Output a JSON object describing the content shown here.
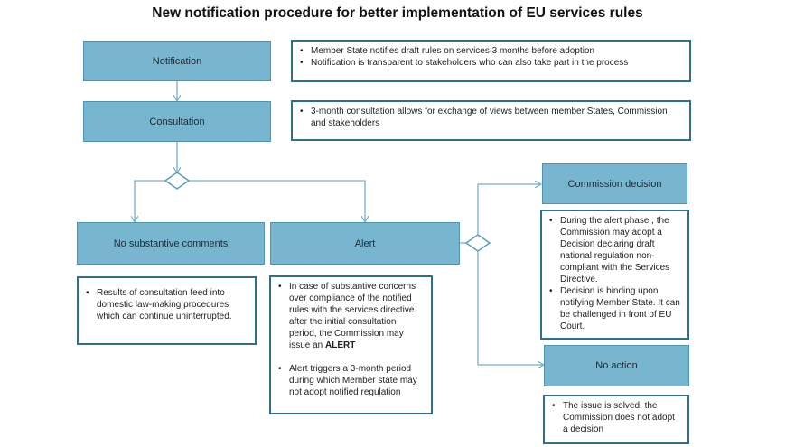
{
  "title": "New notification procedure for better implementation of EU services rules",
  "colors": {
    "box_fill": "#78b6cf",
    "box_border": "#4d93b2",
    "note_border": "#2f6f8e",
    "connector": "#7aaecb"
  },
  "boxes": {
    "notification": "Notification",
    "consultation": "Consultation",
    "no_comments": "No substantive comments",
    "alert": "Alert",
    "commission_decision": "Commission decision",
    "no_action": "No action"
  },
  "notes": {
    "notification": [
      "Member State notifies draft rules on services 3 months before adoption",
      "Notification is transparent to stakeholders who can also take part in the process"
    ],
    "consultation": [
      "3-month consultation allows for exchange of views between member States, Commission and stakeholders"
    ],
    "no_comments": [
      "Results of consultation feed into domestic law-making procedures which can continue uninterrupted."
    ],
    "alert": {
      "item1": "In case of substantive concerns over compliance of the notified rules with the services directive after the initial consultation period, the Commission may issue an",
      "item1_bold": "ALERT",
      "item2": "Alert triggers a 3-month period during which Member state may not adopt notified regulation"
    },
    "commission_decision": [
      "During the alert phase , the Commission may adopt a Decision declaring draft national regulation non-compliant with the Services Directive.",
      "Decision is binding upon notifying Member State. It can be challenged in front of EU Court."
    ],
    "no_action": [
      "The issue is solved, the Commission does not adopt a decision"
    ]
  }
}
